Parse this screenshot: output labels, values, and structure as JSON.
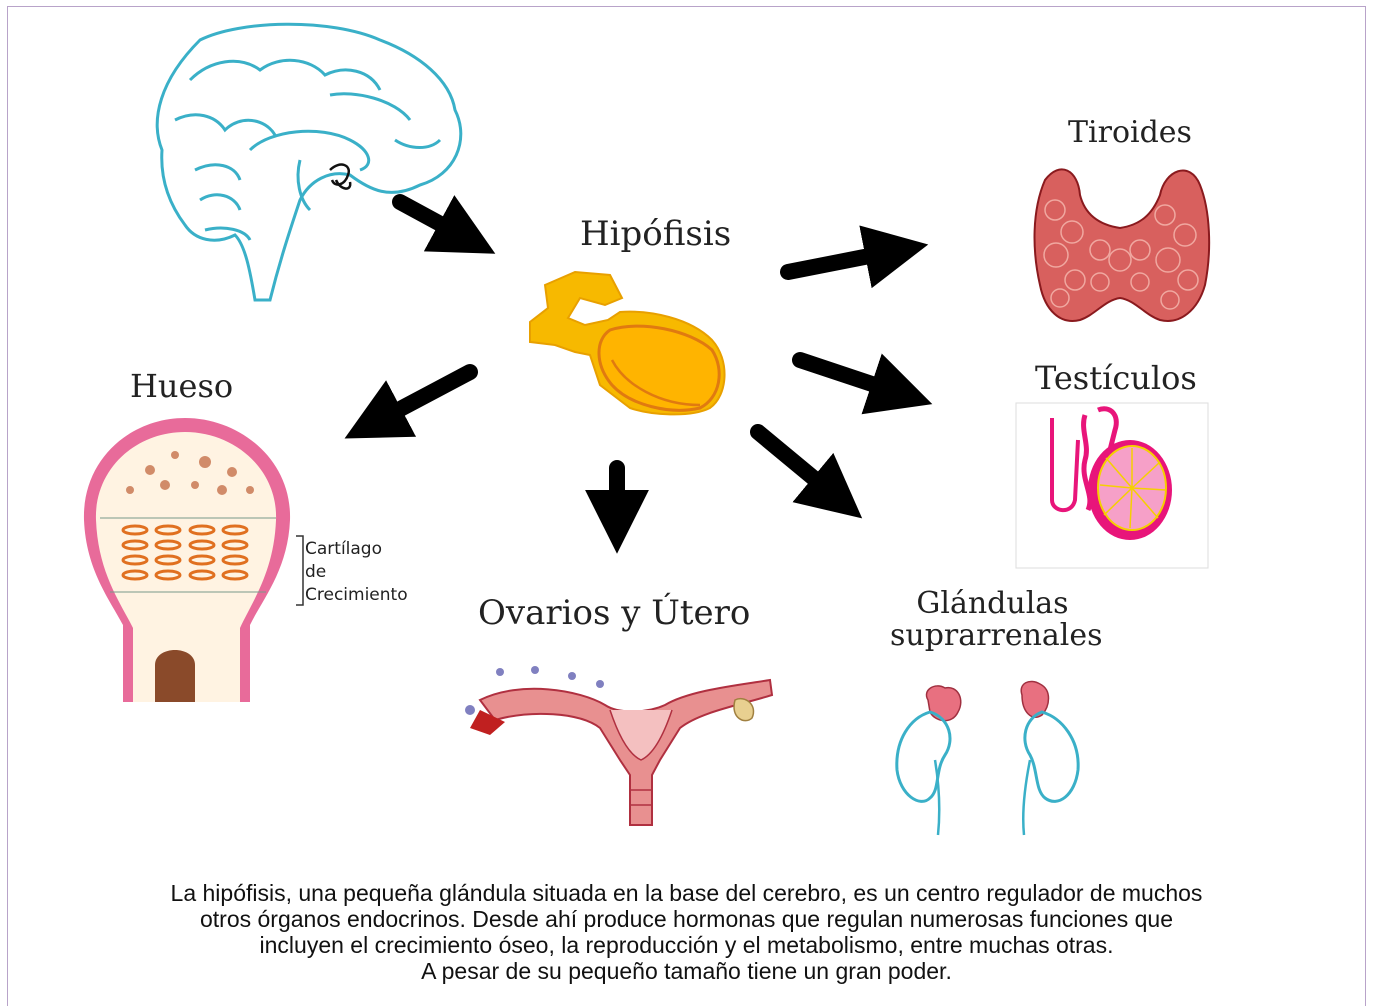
{
  "labels": {
    "hipofisis": "Hipófisis",
    "tiroides": "Tiroides",
    "testiculos": "Testículos",
    "hueso": "Hueso",
    "ovarios": "Ovarios y Útero",
    "glandulas_line1": "Glándulas",
    "glandulas_line2": "suprarrenales",
    "cartilago_line1": "Cartílago",
    "cartilago_line2": "de",
    "cartilago_line3": "Crecimiento"
  },
  "caption": {
    "line1": "La hipófisis, una pequeña glándula situada en la base del cerebro, es un centro regulador de muchos",
    "line2": "otros órganos endocrinos. Desde ahí produce hormonas que regulan numerosas funciones que",
    "line3": "incluyen el crecimiento óseo, la reproducción y el metabolismo, entre muchas otras.",
    "line4": "A pesar de su pequeño tamaño tiene un gran poder."
  },
  "colors": {
    "brain": "#3ab0c8",
    "pituitary": "#f7b900",
    "thyroid": "#c8393c",
    "testis": "#e8157a",
    "bone_outer": "#e86b9a",
    "arrow": "#000000",
    "frame": "#b8a3c9"
  },
  "icons": [
    "brain-icon",
    "pituitary-icon",
    "thyroid-icon",
    "testis-icon",
    "bone-icon",
    "uterus-icon",
    "adrenal-kidney-icon"
  ]
}
